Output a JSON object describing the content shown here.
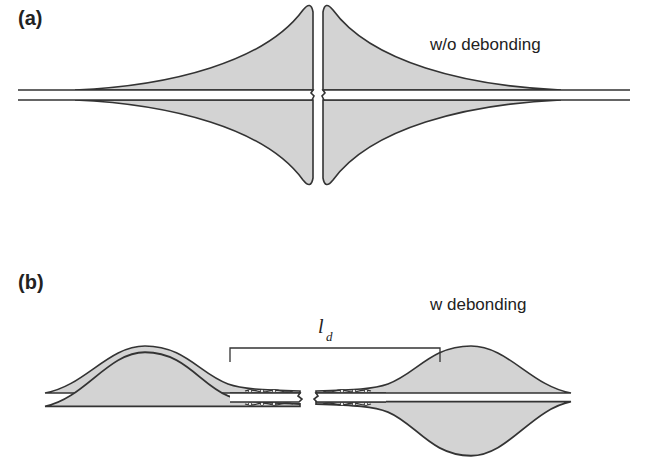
{
  "diagram": {
    "labels": [
      "(a)",
      "w/o debonding",
      "(b)",
      "l",
      "d",
      "w debonding"
    ]
  }
}
